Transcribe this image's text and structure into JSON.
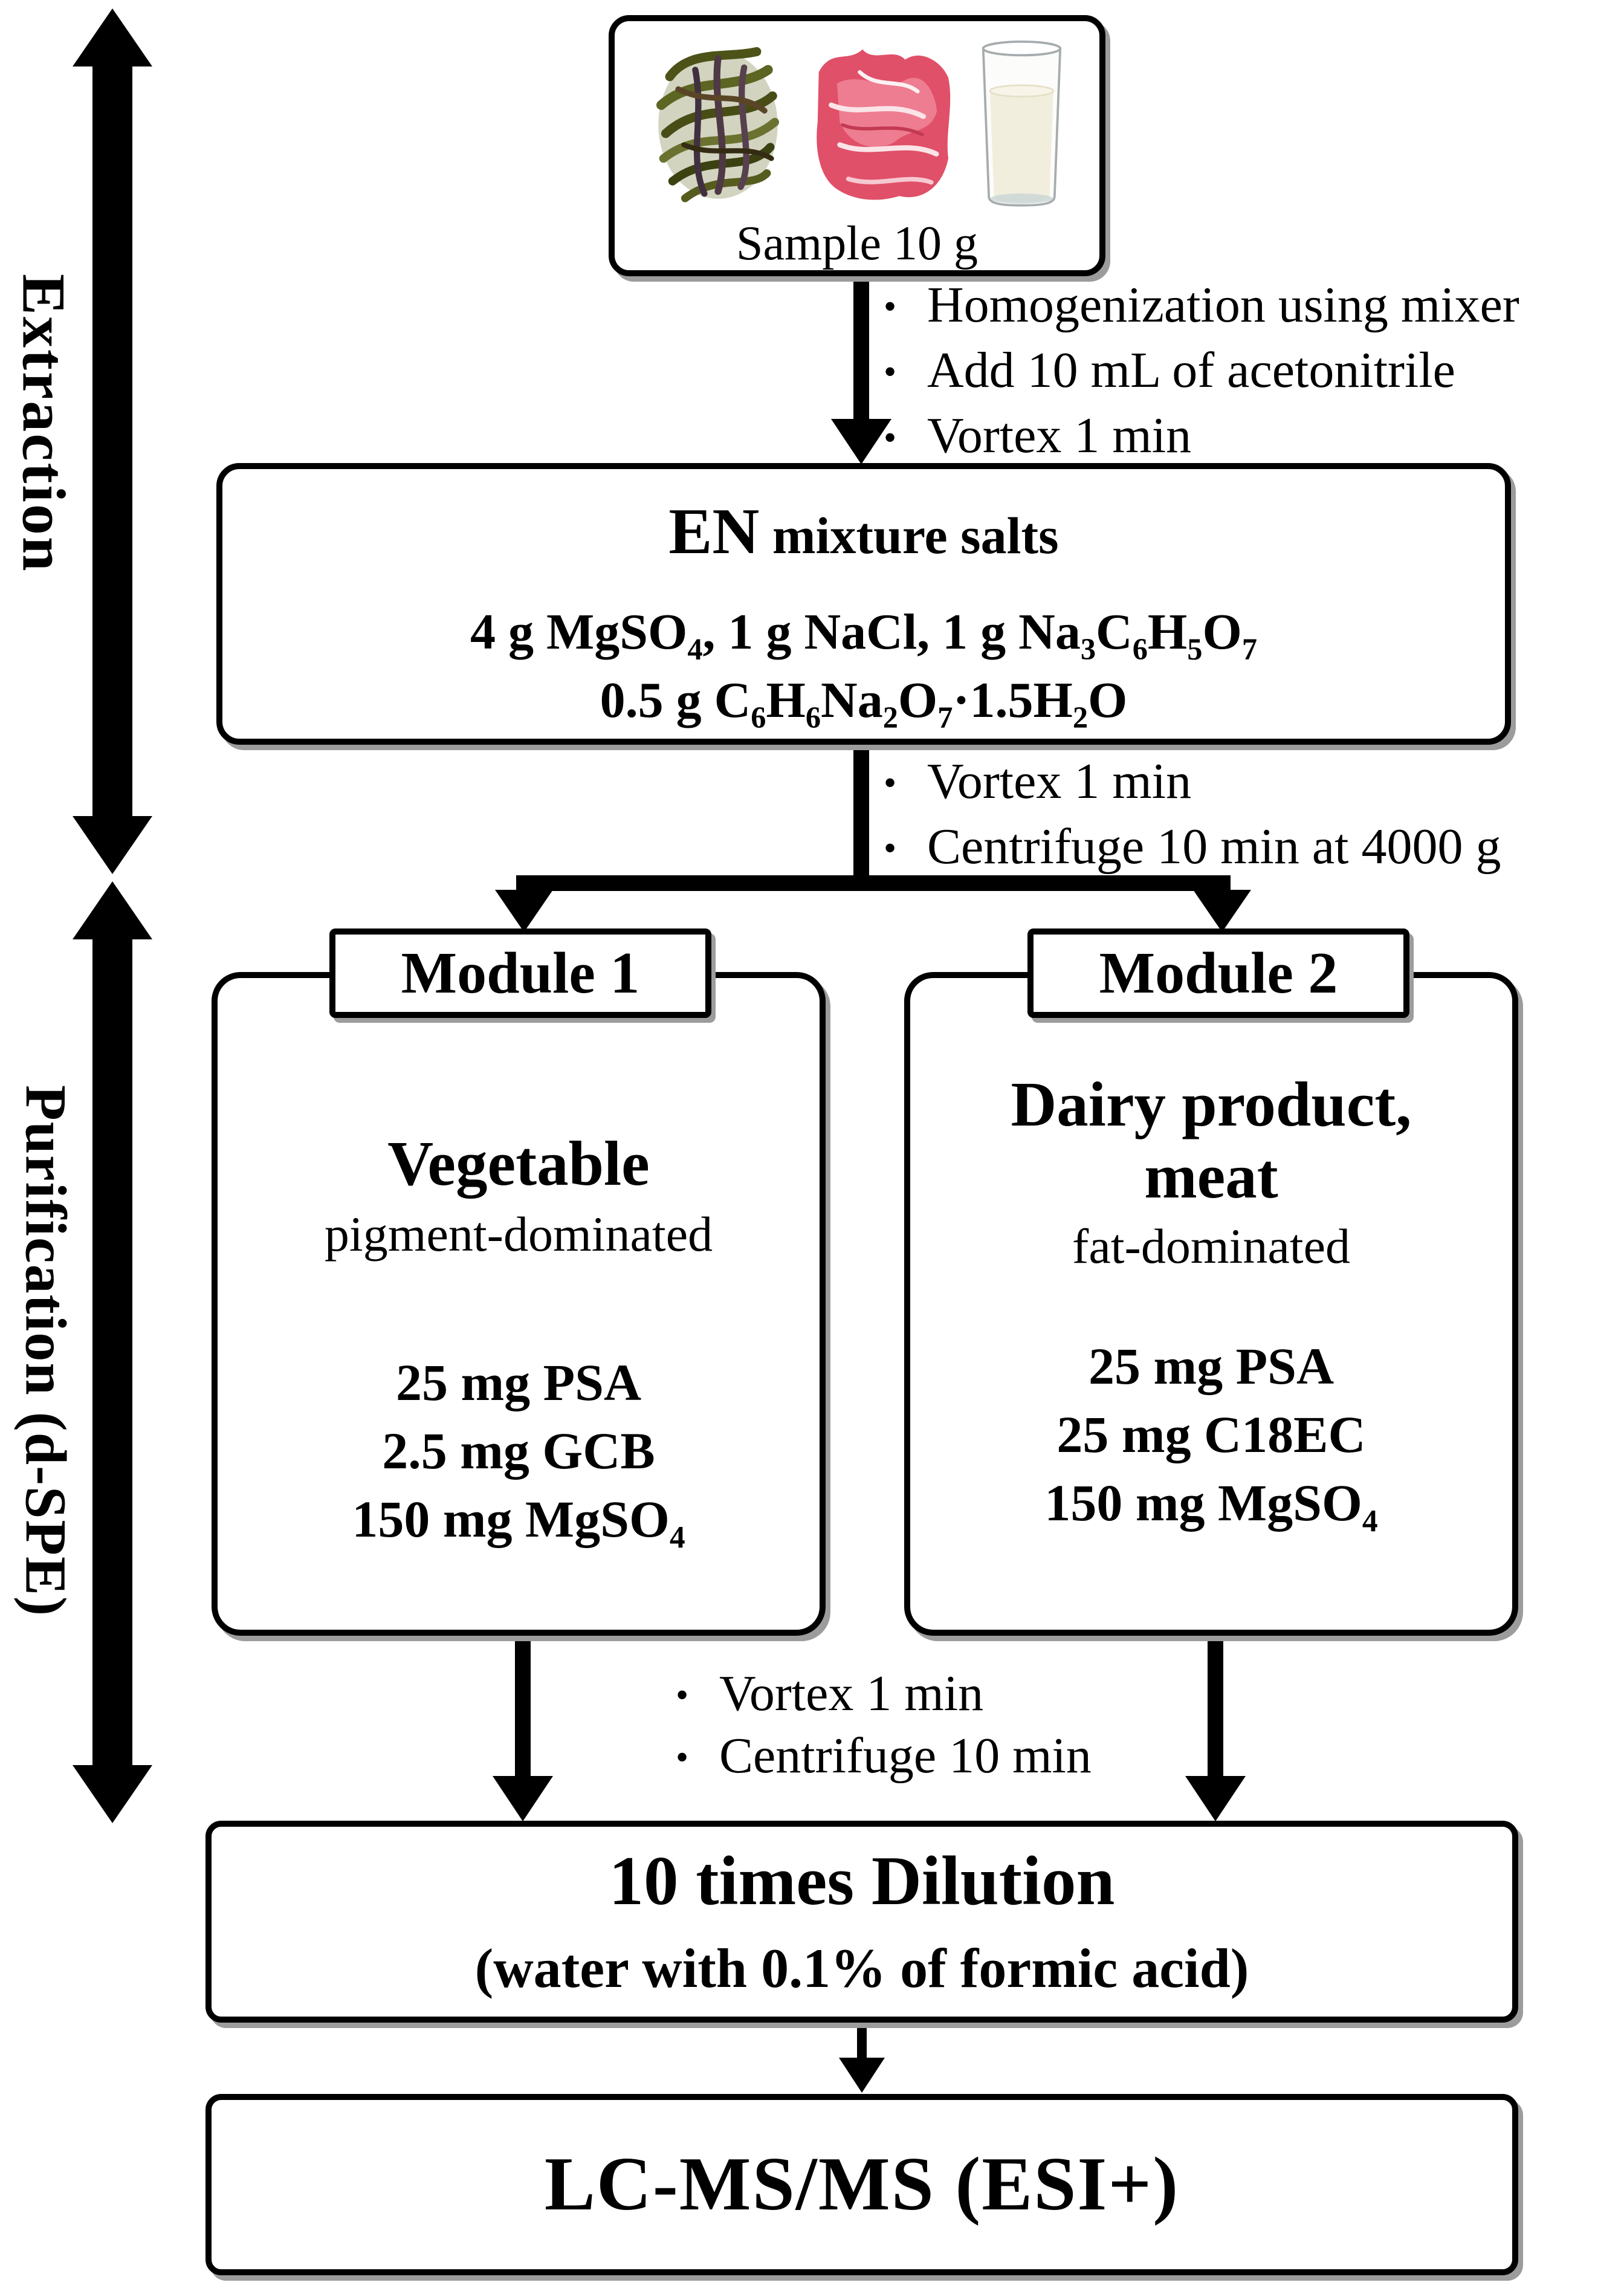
{
  "stage_labels": {
    "extraction": "Extraction",
    "purification": "Purification (d-SPE)"
  },
  "sample": {
    "caption": "Sample 10 g",
    "images": [
      "dried-vegetable",
      "raw-meat",
      "glass-of-milk"
    ]
  },
  "after_sample_bullets": {
    "items": [
      "Homogenization using mixer",
      "Add 10 mL of acetonitrile",
      "Vortex 1 min"
    ]
  },
  "en_box": {
    "title_emph": "EN",
    "title_rest": " mixture salts",
    "salts_line1": [
      {
        "text": "4 g MgSO"
      },
      {
        "sub": "4"
      },
      {
        "text": ", 1 g NaCl, 1 g Na"
      },
      {
        "sub": "3"
      },
      {
        "text": "C"
      },
      {
        "sub": "6"
      },
      {
        "text": "H"
      },
      {
        "sub": "5"
      },
      {
        "text": "O"
      },
      {
        "sub": "7"
      }
    ],
    "salts_line2": [
      {
        "text": "0.5 g C"
      },
      {
        "sub": "6"
      },
      {
        "text": "H"
      },
      {
        "sub": "6"
      },
      {
        "text": "Na"
      },
      {
        "sub": "2"
      },
      {
        "text": "O"
      },
      {
        "sub": "7"
      },
      {
        "text": "·1.5H"
      },
      {
        "sub": "2"
      },
      {
        "text": "O"
      }
    ]
  },
  "after_en_bullets": {
    "items": [
      "Vortex 1 min",
      "Centrifuge 10 min at 4000 g"
    ]
  },
  "modules": [
    {
      "label": "Module 1",
      "title": [
        {
          "text": "Vegetable"
        }
      ],
      "subtitle": "pigment-dominated",
      "items": [
        [
          {
            "text": "25 mg PSA"
          }
        ],
        [
          {
            "text": "2.5 mg GCB"
          }
        ],
        [
          {
            "text": "150 mg MgSO"
          },
          {
            "sub": "4"
          }
        ]
      ]
    },
    {
      "label": "Module 2",
      "title": [
        {
          "text": "Dairy product,"
        },
        {
          "br": true
        },
        {
          "text": "meat"
        }
      ],
      "subtitle": "fat-dominated",
      "items": [
        [
          {
            "text": "25 mg PSA"
          }
        ],
        [
          {
            "text": "25 mg C18EC"
          }
        ],
        [
          {
            "text": "150 mg MgSO"
          },
          {
            "sub": "4"
          }
        ]
      ]
    }
  ],
  "after_module_bullets": {
    "items": [
      "Vortex 1 min",
      "Centrifuge 10 min"
    ]
  },
  "dilution_box": {
    "title": "10 times Dilution",
    "subtitle": "(water with 0.1% of formic acid)"
  },
  "lcms_box": {
    "title": "LC-MS/MS (ESI+)"
  },
  "colors": {
    "ink": "#000000",
    "shadow": "#9c9c9c",
    "background": "#ffffff",
    "vegetable_green": "#5d6322",
    "vegetable_dark": "#473544",
    "meat_red": "#e05068",
    "meat_light": "#f3a9b8",
    "milk_cream": "#f2eedd",
    "glass_gray": "#a6acae"
  }
}
